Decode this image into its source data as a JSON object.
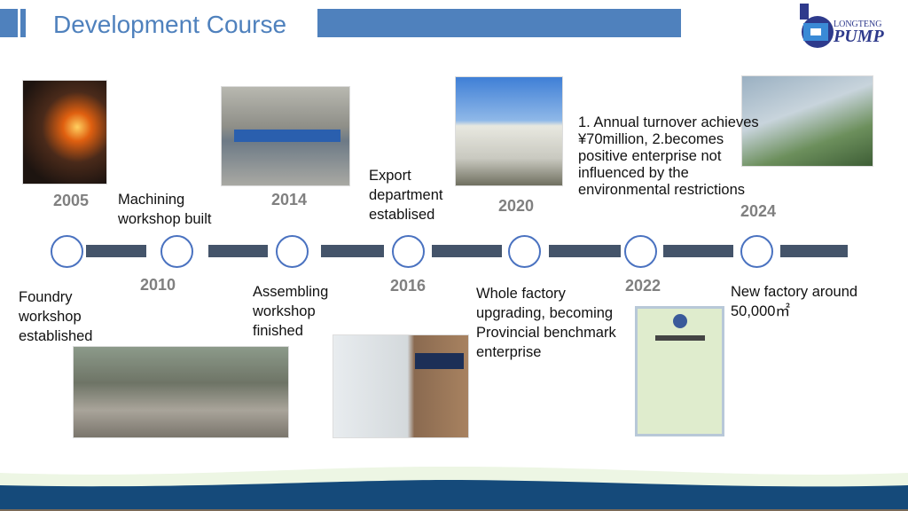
{
  "header": {
    "title": "Development Course"
  },
  "logo": {
    "line1": "LONGTENG",
    "line2": "PUMP"
  },
  "colors": {
    "accent": "#4f81bd",
    "bar": "#44546a",
    "node": "#4a72c0",
    "year": "#808080",
    "footer": "#154a7a"
  },
  "timeline": [
    {
      "year": "2005",
      "text": "Foundry workshop established"
    },
    {
      "year": "2010",
      "text": "Machining workshop built"
    },
    {
      "year": "2014",
      "text": "Assembling workshop finished"
    },
    {
      "year": "2016",
      "text": "Export department establised"
    },
    {
      "year": "2020",
      "text": "Whole factory upgrading, becoming Provincial benchmark enterprise"
    },
    {
      "year": "2022",
      "text": "1. Annual turnover achieves ¥70million, 2.becomes positive enterprise not influenced by the environmental restrictions"
    },
    {
      "year": "2024",
      "text": "New factory around 50,000㎡"
    }
  ]
}
